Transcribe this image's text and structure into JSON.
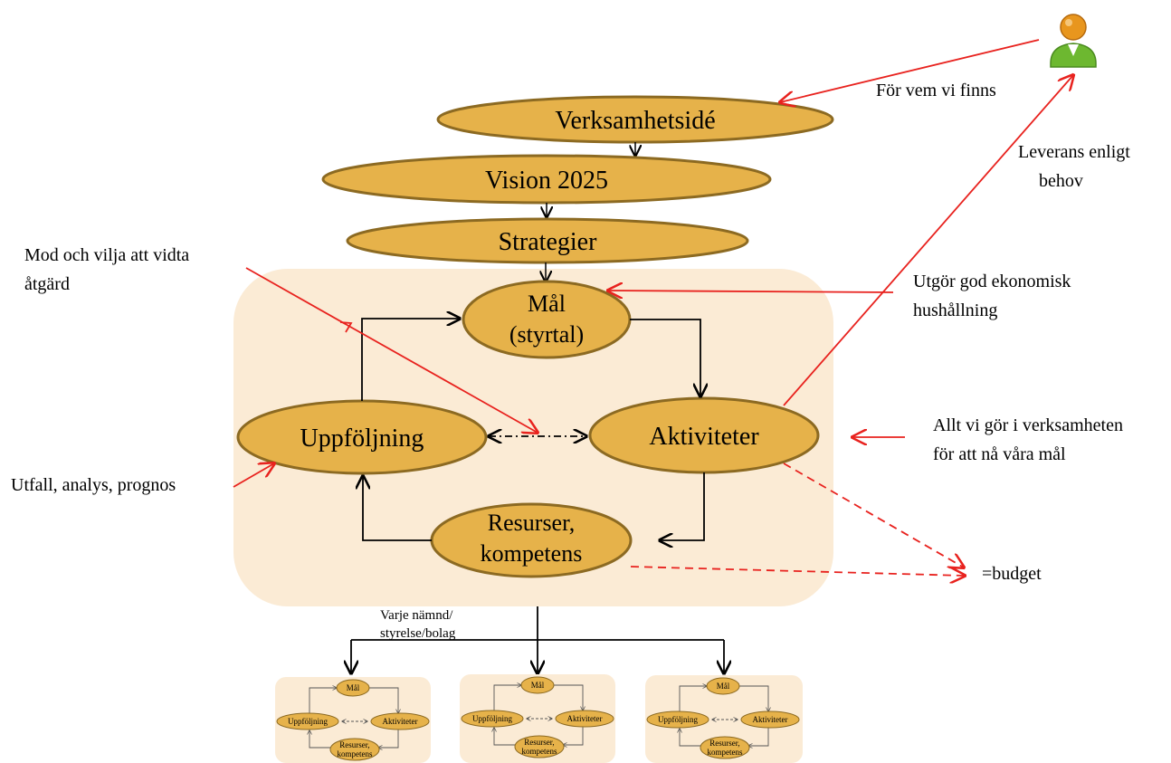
{
  "diagram": {
    "top": {
      "verksamhetside": "Verksamhetsidé",
      "vision": "Vision 2025",
      "strategier": "Strategier"
    },
    "cycle": {
      "mal_line1": "Mål",
      "mal_line2": "(styrtal)",
      "uppfoljning": "Uppföljning",
      "aktiviteter": "Aktiviteter",
      "resurser_line1": "Resurser,",
      "resurser_line2": "kompetens"
    },
    "annotations": {
      "for_vem": "För vem vi finns",
      "leverans_line1": "Leverans enligt",
      "leverans_line2": "behov",
      "mod_line1": "Mod och vilja att vidta",
      "mod_line2": "åtgärd",
      "utgor_line1": "Utgör god ekonomisk",
      "utgor_line2": "hushållning",
      "allt_line1": "Allt vi gör i verksamheten",
      "allt_line2": "för att nå våra mål",
      "utfall": "Utfall, analys, prognos",
      "budget": "=budget",
      "varje_line1": "Varje nämnd/",
      "varje_line2": "styrelse/bolag"
    },
    "mini": {
      "mal": "Mål",
      "uppfoljning": "Uppföljning",
      "aktiviteter": "Aktiviteter",
      "resurser_line1": "Resurser,",
      "resurser_line2": "kompetens"
    },
    "colors": {
      "ellipse_fill": "#E6B24A",
      "ellipse_stroke": "#8C6A22",
      "panel_fill": "#FBEBD5",
      "red": "#E8221E",
      "person_head": "#E8961E",
      "person_body": "#6DB830"
    }
  }
}
